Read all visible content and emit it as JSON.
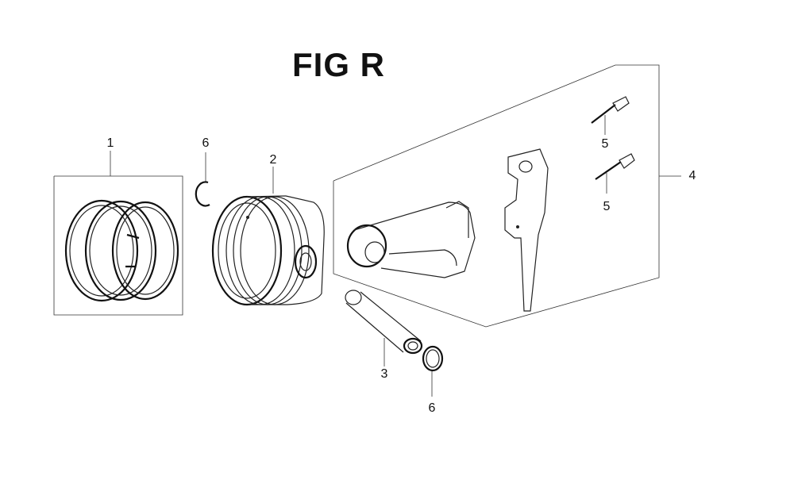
{
  "title": "FIG R",
  "callouts": {
    "c1": "1",
    "c2": "2",
    "c3": "3",
    "c4": "4",
    "c5a": "5",
    "c5b": "5",
    "c6a": "6",
    "c6b": "6"
  }
}
